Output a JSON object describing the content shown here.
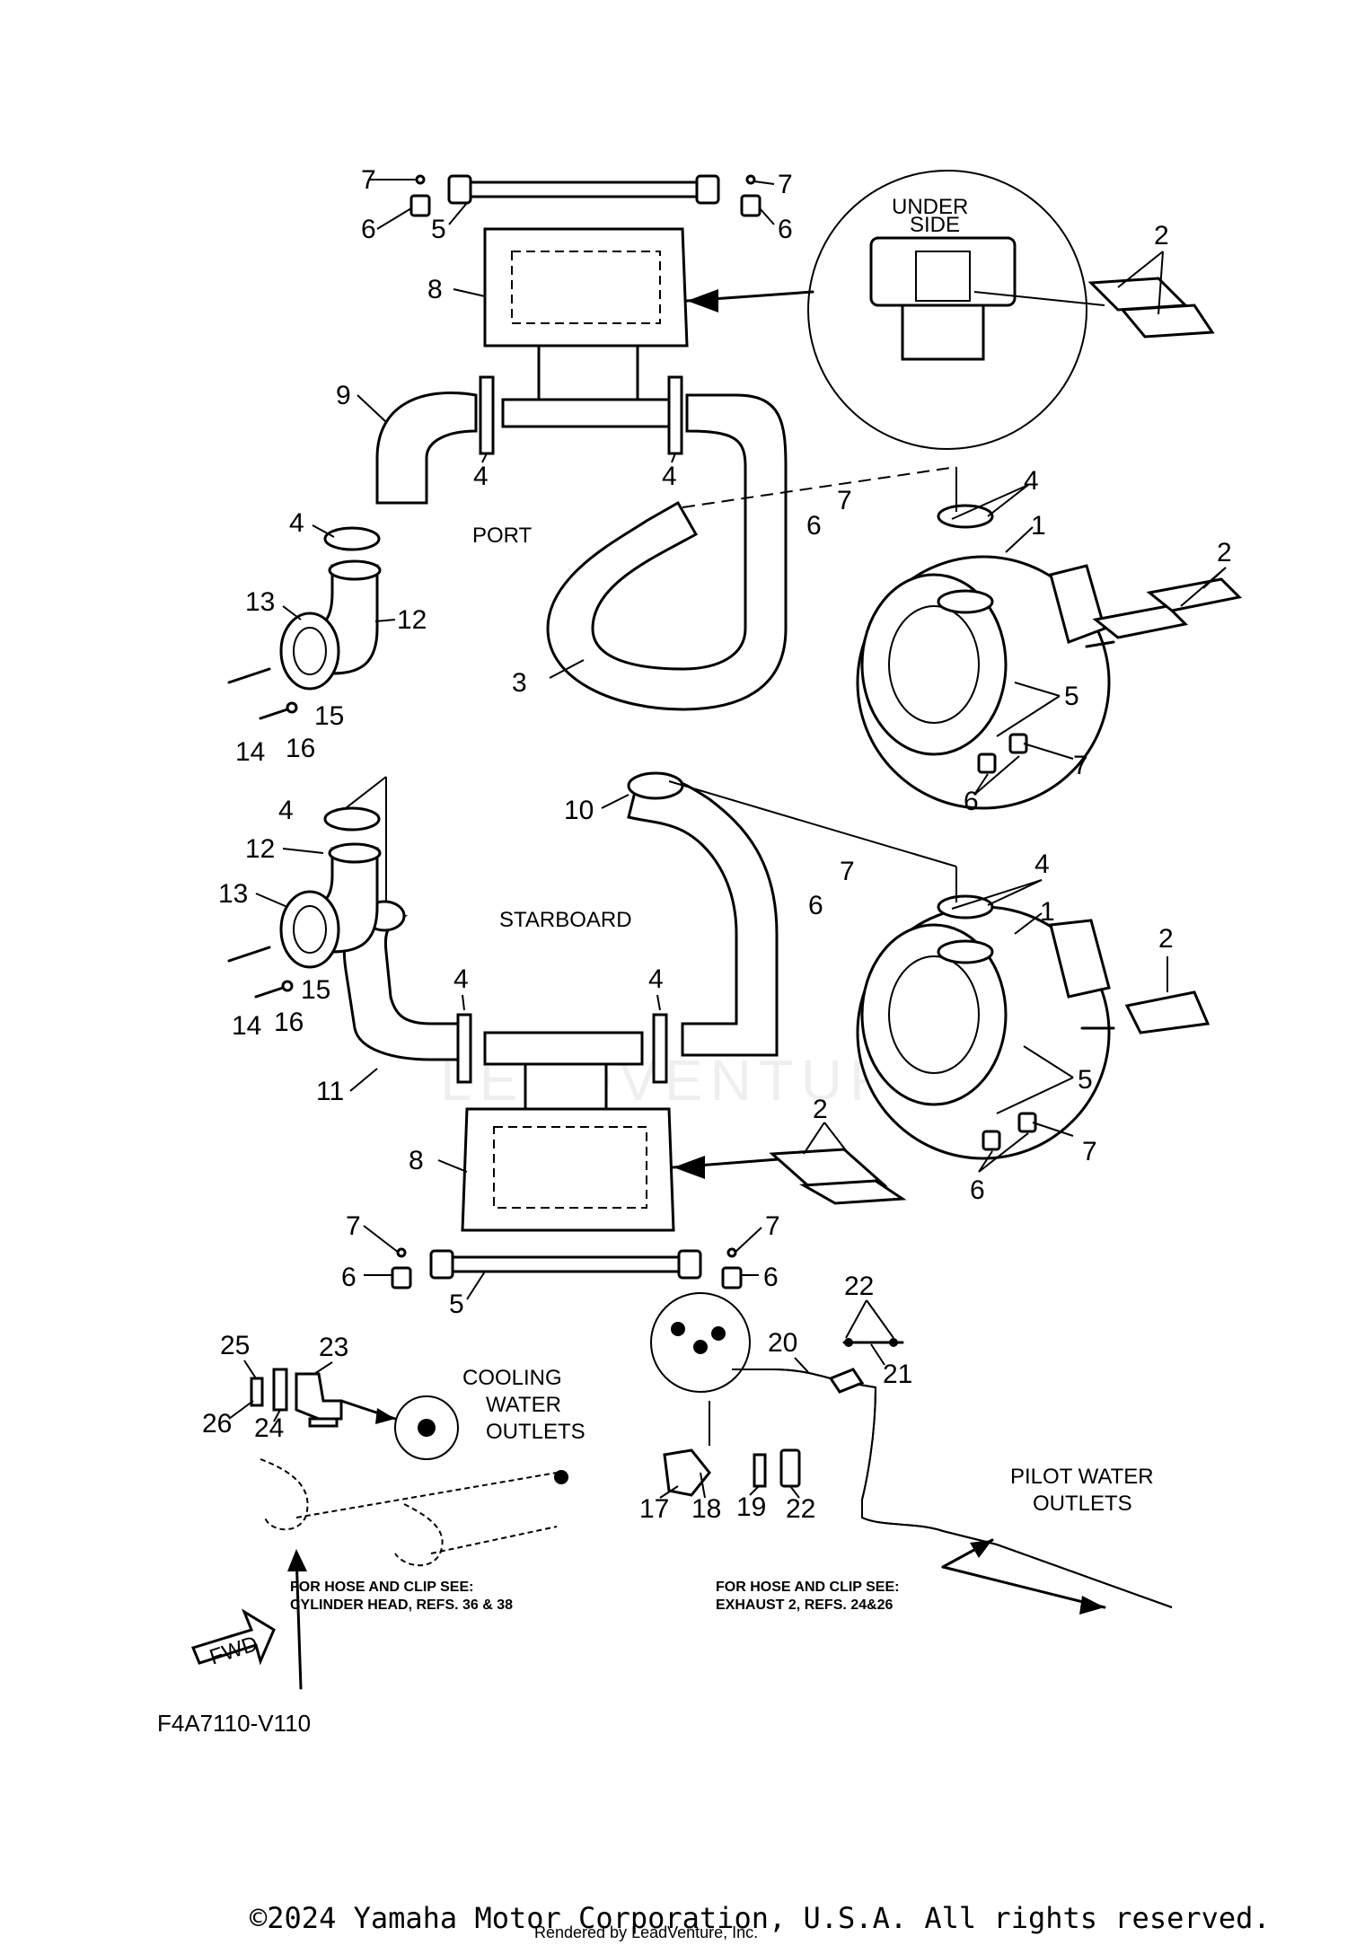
{
  "diagram": {
    "code": "F4A7110-V110",
    "copyright": "©2024 Yamaha Motor Corporation, U.S.A. All rights reserved.",
    "rendered_by": "Rendered by LeadVenture, Inc.",
    "watermark": "LEADVENTURE",
    "sections": {
      "port": "PORT",
      "starboard": "STARBOARD",
      "under_side_1": "UNDER",
      "under_side_2": "SIDE",
      "cooling_1": "COOLING",
      "cooling_2": "WATER",
      "cooling_3": "OUTLETS",
      "pilot_1": "PILOT WATER",
      "pilot_2": "OUTLETS"
    },
    "notes": {
      "cyl_1": "FOR HOSE AND CLIP SEE:",
      "cyl_2": "CYLINDER HEAD, REFS. 36 & 38",
      "exh_1": "FOR HOSE AND CLIP SEE:",
      "exh_2": "EXHAUST 2, REFS. 24&26"
    },
    "fwd": "FWD",
    "callouts": {
      "c01": "7",
      "c02": "6",
      "c03": "5",
      "c04": "7",
      "c05": "6",
      "c06": "8",
      "c07": "2",
      "c08": "9",
      "c09": "4",
      "c10": "4",
      "c11": "4",
      "c12": "7",
      "c13": "6",
      "c14": "4",
      "c15": "1",
      "c16": "2",
      "c17": "13",
      "c18": "12",
      "c19": "3",
      "c20": "15",
      "c21": "14",
      "c22": "16",
      "c23": "5",
      "c24": "7",
      "c25": "6",
      "c26": "4",
      "c27": "10",
      "c28": "12",
      "c29": "13",
      "c30": "7",
      "c31": "4",
      "c32": "6",
      "c33": "1",
      "c34": "2",
      "c35": "15",
      "c36": "14",
      "c37": "16",
      "c38": "4",
      "c39": "4",
      "c40": "11",
      "c41": "5",
      "c42": "2",
      "c43": "8",
      "c44": "7",
      "c45": "6",
      "c46": "7",
      "c47": "6",
      "c48": "5",
      "c49": "22",
      "c50": "20",
      "c51": "21",
      "c52": "25",
      "c53": "23",
      "c54": "26",
      "c55": "24",
      "c56": "17",
      "c57": "18",
      "c58": "19",
      "c59": "22",
      "c60": "7",
      "c61": "6"
    }
  }
}
